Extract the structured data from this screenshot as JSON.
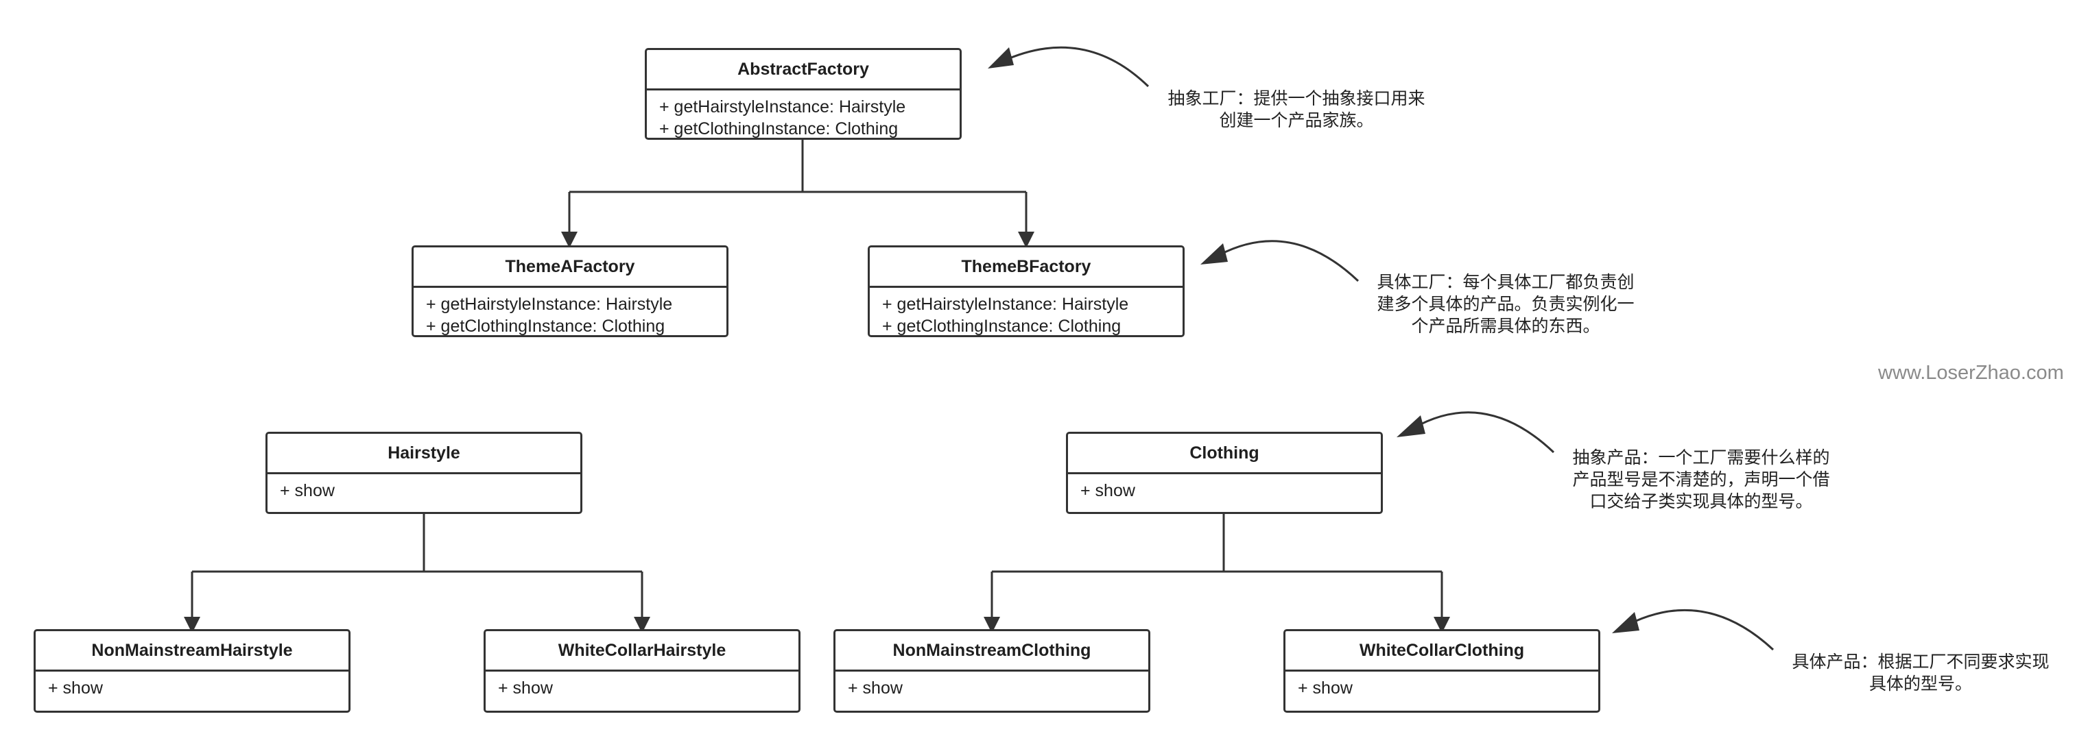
{
  "classes": {
    "abstract_factory": {
      "name": "AbstractFactory",
      "members": [
        "+ getHairstyleInstance: Hairstyle",
        "+ getClothingInstance: Clothing"
      ]
    },
    "theme_a_factory": {
      "name": "ThemeAFactory",
      "members": [
        "+ getHairstyleInstance: Hairstyle",
        "+ getClothingInstance: Clothing"
      ]
    },
    "theme_b_factory": {
      "name": "ThemeBFactory",
      "members": [
        "+ getHairstyleInstance: Hairstyle",
        "+ getClothingInstance: Clothing"
      ]
    },
    "hairstyle": {
      "name": "Hairstyle",
      "members": [
        "+ show"
      ]
    },
    "clothing": {
      "name": "Clothing",
      "members": [
        "+ show"
      ]
    },
    "non_mainstream_hairstyle": {
      "name": "NonMainstreamHairstyle",
      "members": [
        "+ show"
      ]
    },
    "white_collar_hairstyle": {
      "name": "WhiteCollarHairstyle",
      "members": [
        "+ show"
      ]
    },
    "non_mainstream_clothing": {
      "name": "NonMainstreamClothing",
      "members": [
        "+ show"
      ]
    },
    "white_collar_clothing": {
      "name": "WhiteCollarClothing",
      "members": [
        "+ show"
      ]
    }
  },
  "notes": {
    "abstract_factory": [
      "抽象工厂：提供一个抽象接口用来",
      "创建一个产品家族。"
    ],
    "concrete_factory": [
      "具体工厂：每个具体工厂都负责创",
      "建多个具体的产品。负责实例化一",
      "个产品所需具体的东西。"
    ],
    "abstract_product": [
      "抽象产品：一个工厂需要什么样的",
      "产品型号是不清楚的，声明一个借",
      "口交给子类实现具体的型号。"
    ],
    "concrete_product": [
      "具体产品：根据工厂不同要求实现",
      "具体的型号。"
    ]
  },
  "watermark": "www.LoserZhao.com",
  "colors": {
    "line": "#333333",
    "text": "#1f1f1f",
    "watermark": "#8a8a8a",
    "background": "#ffffff"
  }
}
